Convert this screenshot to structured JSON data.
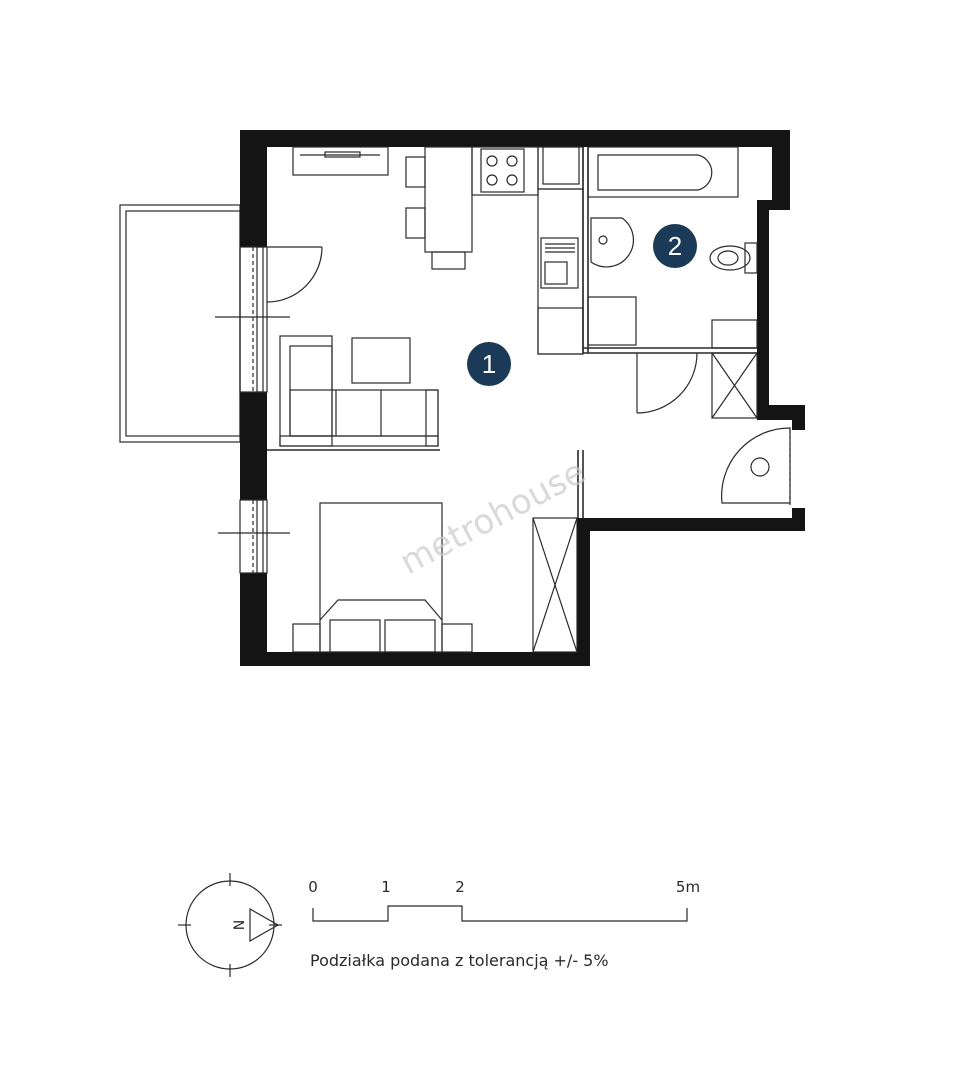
{
  "rooms": [
    {
      "number": "1"
    },
    {
      "number": "2"
    }
  ],
  "watermark": "metrohouse",
  "compass": {
    "north_label": "N"
  },
  "scale_bar": {
    "ticks": [
      "0",
      "1",
      "2",
      "5m"
    ],
    "note": "Podziałka podana z tolerancją +/- 5%"
  },
  "colors": {
    "wall": "#141414",
    "badge": "#1b3a57",
    "line": "#2a2a2a"
  }
}
